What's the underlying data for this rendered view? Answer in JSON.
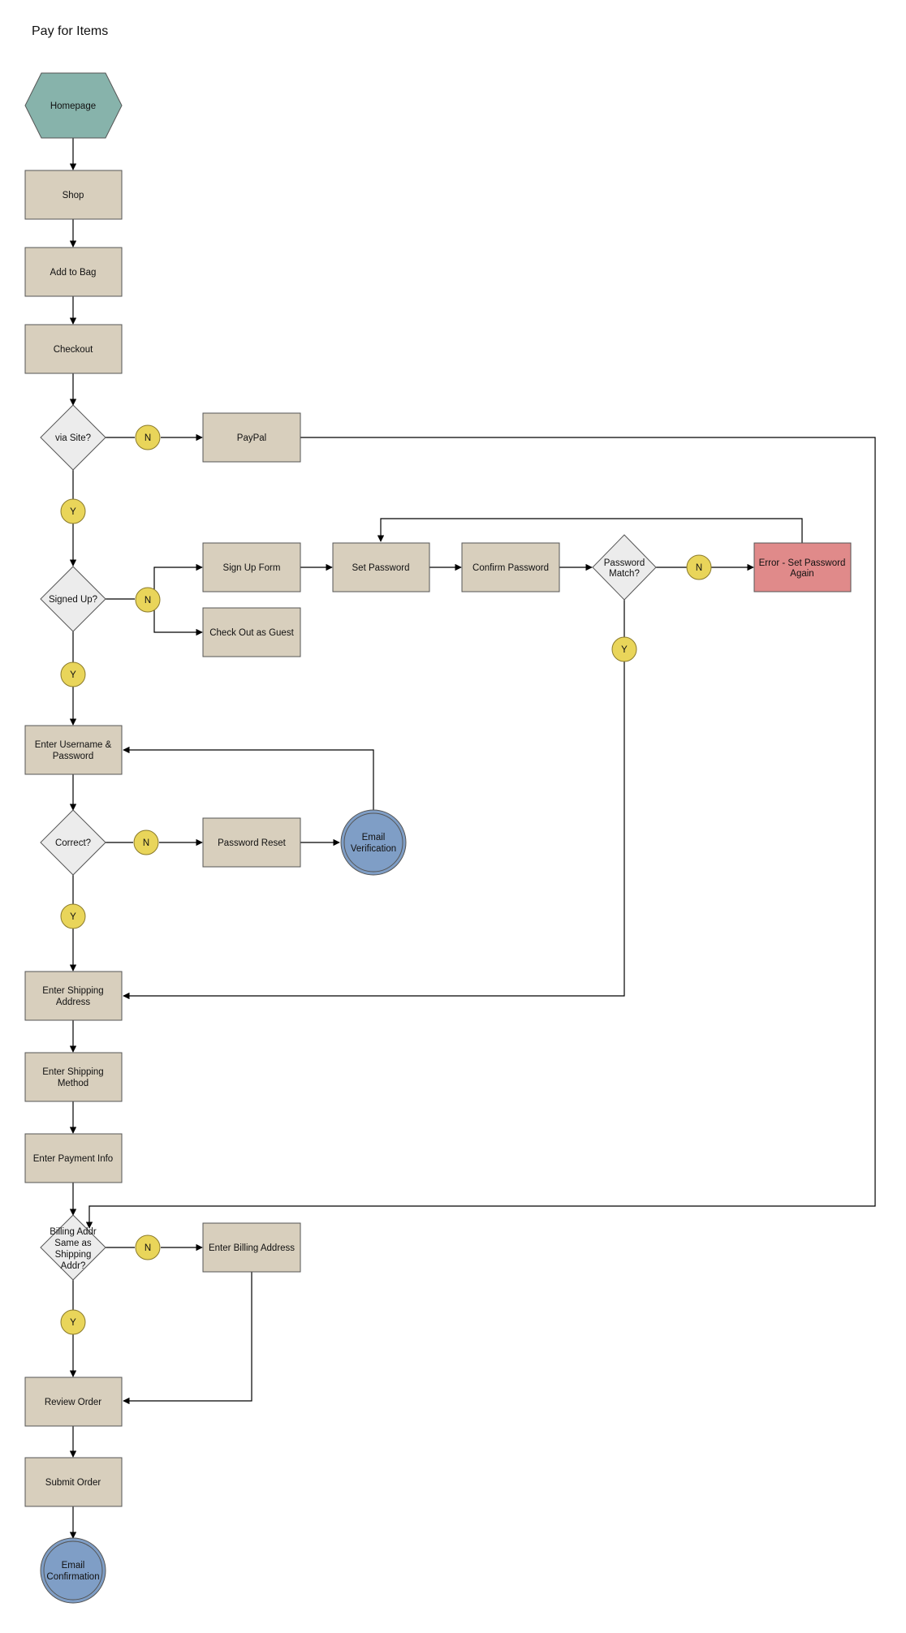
{
  "title": "Pay for Items",
  "colors": {
    "process": "#d8cfbd",
    "start": "#87b3ab",
    "decision": "#ececec",
    "error": "#e08a8a",
    "terminal": "#7f9ec6",
    "badge": "#e9d55a",
    "stroke": "#555555"
  },
  "nodes": {
    "homepage": "Homepage",
    "shop": "Shop",
    "add_to_bag": "Add to Bag",
    "checkout": "Checkout",
    "via_site": "via Site?",
    "paypal": "PayPal",
    "signed_up": "Signed Up?",
    "sign_up_form": "Sign Up Form",
    "check_out_guest": "Check Out as Guest",
    "set_password": "Set Password",
    "confirm_password": "Confirm Password",
    "password_match": [
      "Password",
      "Match?"
    ],
    "error_set_password": [
      "Error - Set Password",
      "Again"
    ],
    "enter_username": [
      "Enter Username &",
      "Password"
    ],
    "correct": "Correct?",
    "password_reset": "Password Reset",
    "email_verification": [
      "Email",
      "Verification"
    ],
    "enter_shipping_address": [
      "Enter Shipping",
      "Address"
    ],
    "enter_shipping_method": [
      "Enter Shipping",
      "Method"
    ],
    "enter_payment_info": "Enter Payment Info",
    "billing_same": [
      "Billing Addr",
      "Same as",
      "Shipping",
      "Addr?"
    ],
    "enter_billing_address": "Enter Billing Address",
    "review_order": "Review Order",
    "submit_order": "Submit Order",
    "email_confirmation": [
      "Email",
      "Confirmation"
    ]
  },
  "badges": {
    "yes": "Y",
    "no": "N"
  }
}
